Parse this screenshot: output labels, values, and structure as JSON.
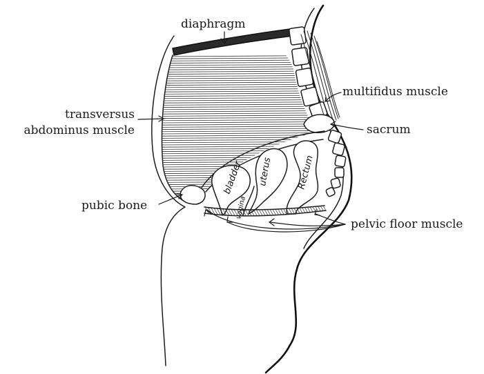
{
  "labels": {
    "diaphragm": "diaphragm",
    "multifidus": "multifidus muscle",
    "transversus_line1": "transversus",
    "transversus_line2": "abdominus muscle",
    "sacrum": "sacrum",
    "pubic_bone": "pubic bone",
    "pelvic_floor": "pelvic floor muscle"
  },
  "organ_labels": {
    "bladder": "bladder",
    "uterus": "uterus",
    "rectum": "Rectum",
    "vagina": "vagina"
  },
  "colors": {
    "ink": "#1c1c1c",
    "background": "#ffffff"
  }
}
